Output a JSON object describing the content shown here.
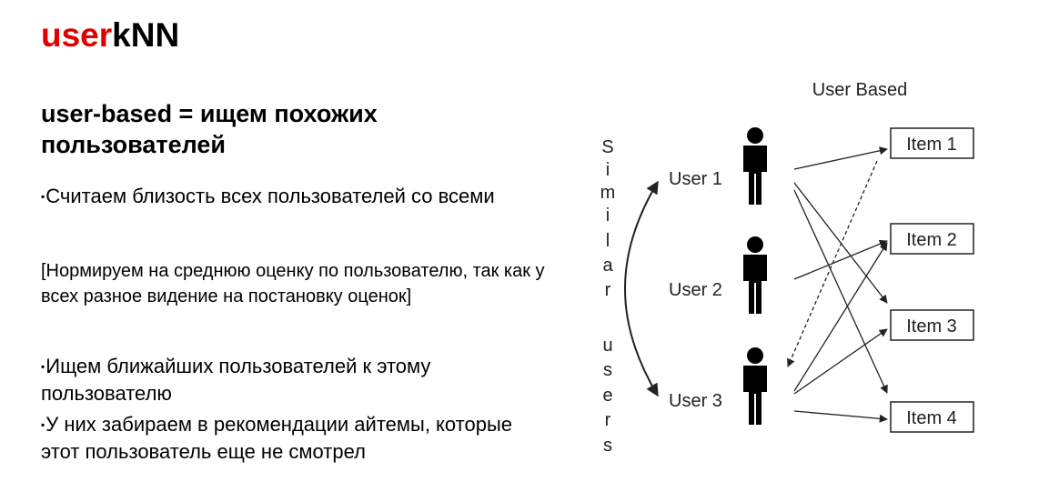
{
  "title": {
    "accent": "user",
    "rest": "kNN"
  },
  "subtitle": "user-based = ищем похожих пользователей",
  "paragraphs": {
    "p1": "Считаем близость всех пользователей со всеми",
    "p2": "[Нормируем на среднюю оценку по пользователю, так как у всех разное видение на постановку оценок]",
    "p3": "Ищем ближайших пользователей к этому пользователю",
    "p4": "У них забираем в рекомендации айтемы, которые этот пользователь еще не смотрел"
  },
  "bullet_char": "▪",
  "diagram": {
    "heading": "User Based",
    "side_label_letters": [
      "S",
      "i",
      "m",
      "i",
      "l",
      "a",
      "r",
      "u",
      "s",
      "e",
      "r",
      "s"
    ],
    "users": [
      "User 1",
      "User 2",
      "User 3"
    ],
    "items": [
      "Item 1",
      "Item 2",
      "Item 3",
      "Item 4"
    ],
    "person_icon": "person-icon",
    "colors": {
      "accent": "#e00000",
      "line": "#222222"
    }
  }
}
